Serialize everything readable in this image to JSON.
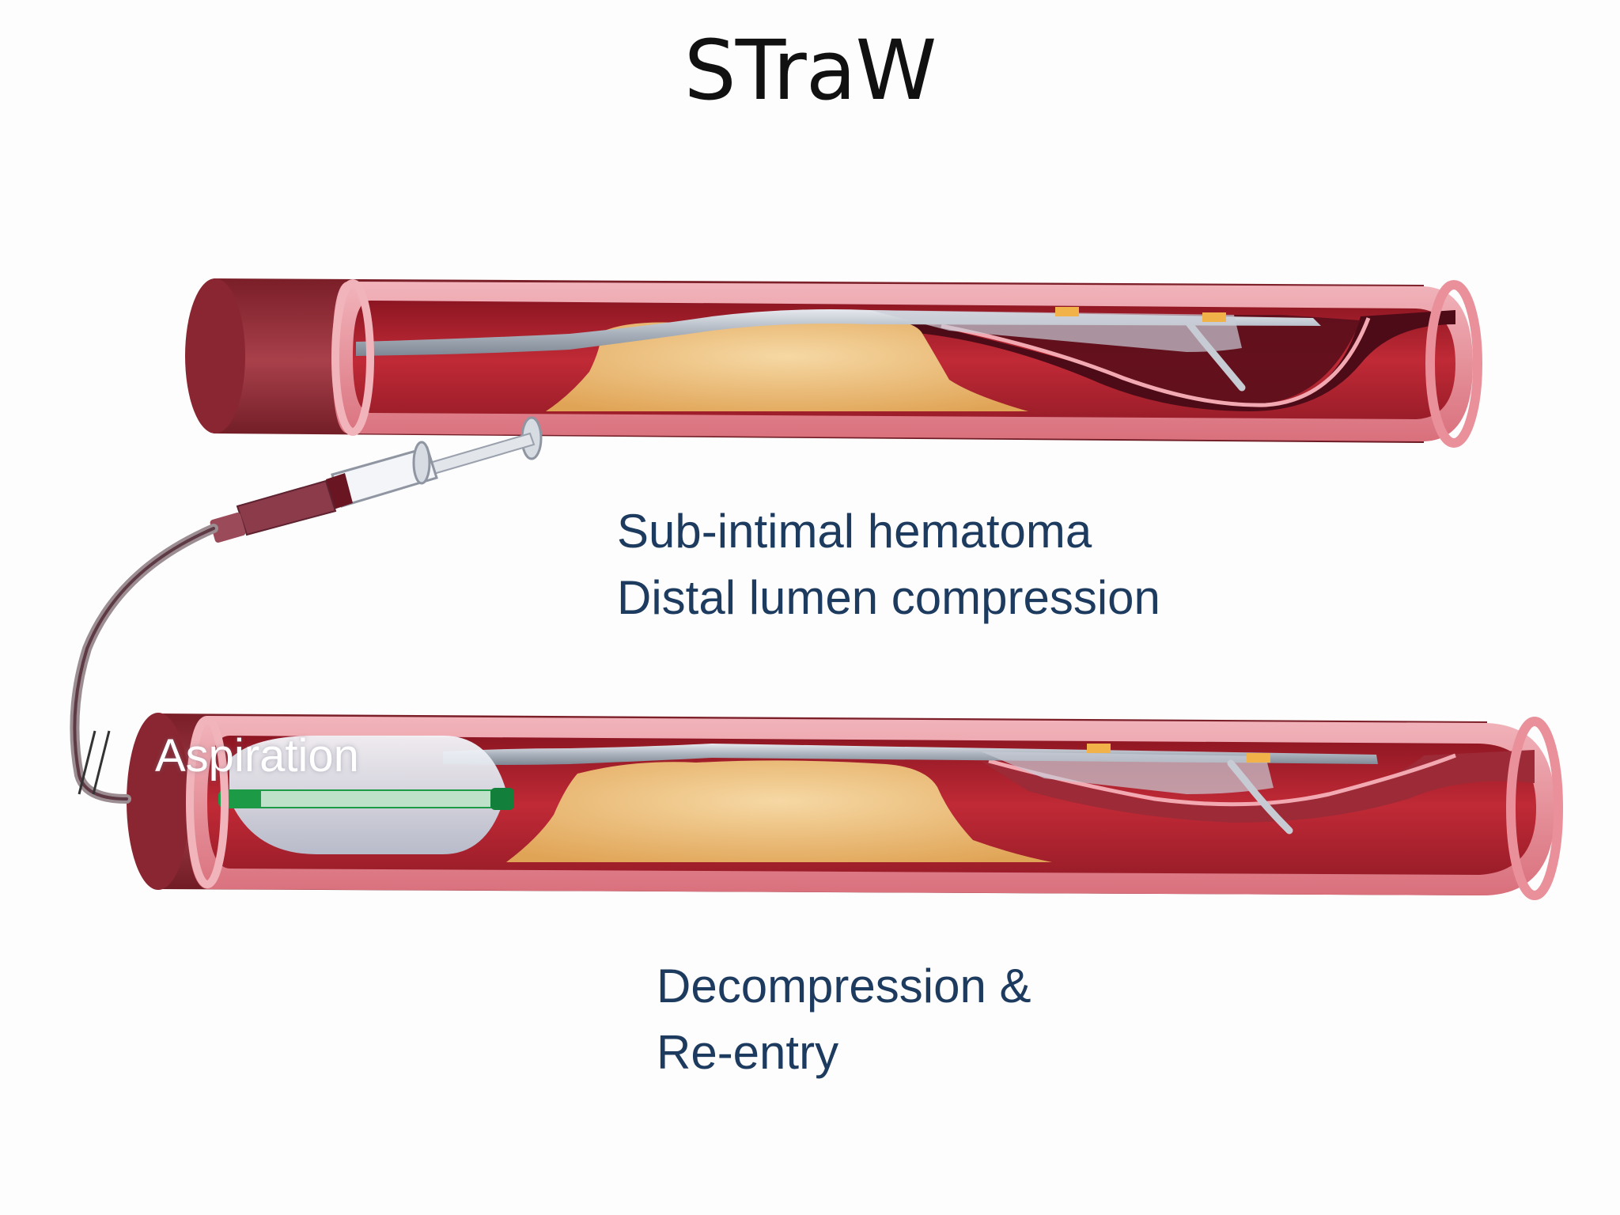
{
  "title": "STraW",
  "captions": {
    "top_line1": "Sub-intimal hematoma",
    "top_line2": "Distal lumen compression",
    "bottom_line1": "Decompression &",
    "bottom_line2": "Re-entry"
  },
  "labels": {
    "aspiration": "Aspiration"
  },
  "colors": {
    "vessel_outer": "#8e2a34",
    "vessel_wall": "#e9909a",
    "lumen_blood": "#b0232f",
    "plaque": "#e9b46e",
    "caption_text": "#1d3a5f"
  }
}
